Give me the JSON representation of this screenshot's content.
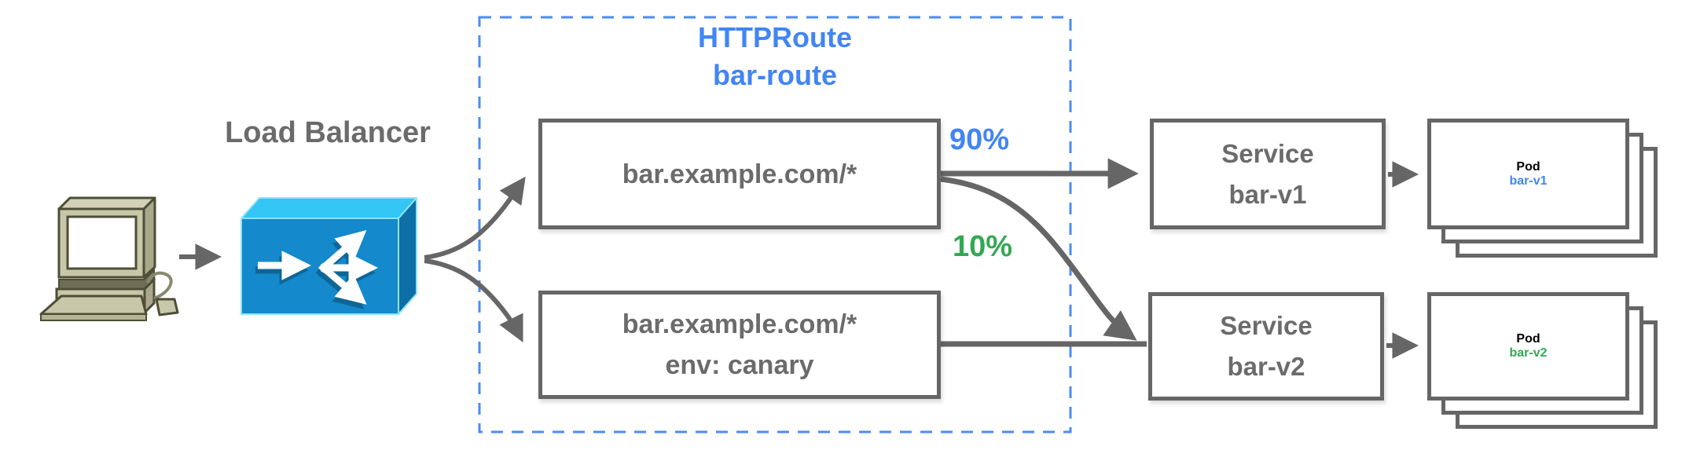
{
  "labels": {
    "load_balancer": "Load Balancer",
    "httproute_kind": "HTTPRoute",
    "httproute_name": "bar-route",
    "weight_primary": "90%",
    "weight_canary": "10%"
  },
  "routes": [
    {
      "match": "bar.example.com/*"
    },
    {
      "match": "bar.example.com/*",
      "header": "env: canary"
    }
  ],
  "services": [
    {
      "kind": "Service",
      "name": "bar-v1"
    },
    {
      "kind": "Service",
      "name": "bar-v2"
    }
  ],
  "pods": [
    {
      "kind": "Pod",
      "name": "bar-v1"
    },
    {
      "kind": "Pod",
      "name": "bar-v2"
    }
  ],
  "icons": {
    "client": "desktop-computer-icon",
    "load_balancer": "load-balancer-3d-box-icon"
  },
  "colors": {
    "accent_blue": "#4285F4",
    "accent_green": "#34A853",
    "line_gray": "#666666",
    "text_gray": "#6b6b6b",
    "lb_top": "#33C5F3",
    "lb_front": "#1489CB",
    "lb_side": "#0C6FA5",
    "computer_body": "#C8C7A9"
  }
}
